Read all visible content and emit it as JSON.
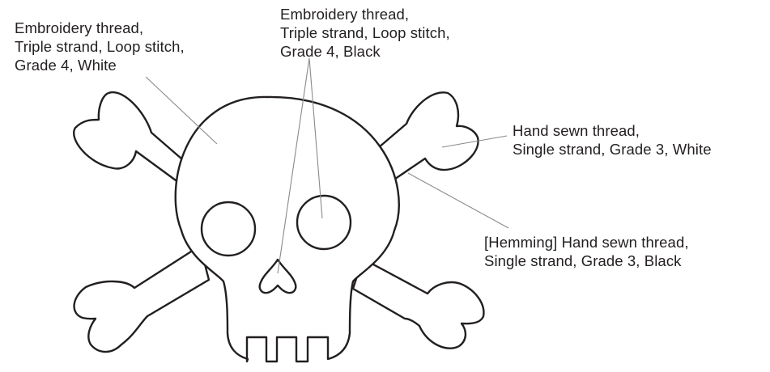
{
  "callouts": {
    "embroidery_white": {
      "line1": "Embroidery thread,",
      "line2": "Triple strand, Loop stitch,",
      "line3": "Grade 4, White"
    },
    "embroidery_black": {
      "line1": "Embroidery thread,",
      "line2": "Triple strand, Loop stitch,",
      "line3": "Grade 4, Black"
    },
    "hand_sewn_white": {
      "line1": "Hand sewn thread,",
      "line2": "Single strand, Grade 3, White"
    },
    "hemming_black": {
      "line1": "[Hemming] Hand sewn thread,",
      "line2": "Single strand, Grade 3, Black"
    }
  },
  "colors": {
    "outline": "#231f20",
    "leader_line": "#8a8a8a",
    "background": "#ffffff"
  }
}
